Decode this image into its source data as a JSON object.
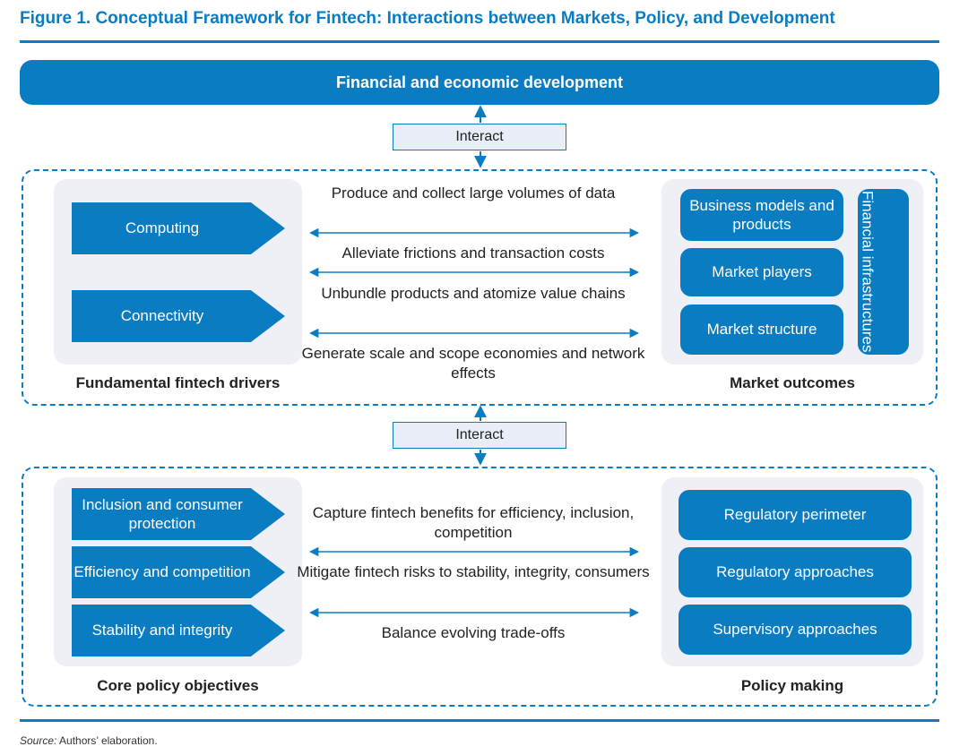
{
  "title": "Figure 1. Conceptual Framework for Fintech: Interactions between Markets, Policy, and Development",
  "banner": "Financial and economic development",
  "interact_top": "Interact",
  "interact_bottom": "Interact",
  "top_section": {
    "drivers": [
      "Computing",
      "Connectivity"
    ],
    "drivers_label": "Fundamental fintech drivers",
    "middle": [
      "Produce and collect large volumes of data",
      "Alleviate frictions and transaction costs",
      "Unbundle products and atomize value chains",
      "Generate scale and scope economies and network effects"
    ],
    "outcomes": [
      "Business models and products",
      "Market players",
      "Market structure"
    ],
    "outcomes_vertical": "Financial infrastructures",
    "outcomes_label": "Market outcomes"
  },
  "bottom_section": {
    "objectives": [
      "Inclusion and consumer protection",
      "Efficiency and competition",
      "Stability and integrity"
    ],
    "objectives_label": "Core policy objectives",
    "middle": [
      "Capture fintech benefits for efficiency, inclusion, competition",
      "Mitigate fintech risks to stability, integrity, consumers",
      "Balance evolving trade-offs"
    ],
    "policy": [
      "Regulatory perimeter",
      "Regulatory approaches",
      "Supervisory approaches"
    ],
    "policy_label": "Policy making"
  },
  "source_label": "Source:",
  "source_text": " Authors’ elaboration.",
  "colors": {
    "accent": "#0a7cc2",
    "panel": "#eef0f6",
    "interact_fill": "#e8edf7"
  }
}
